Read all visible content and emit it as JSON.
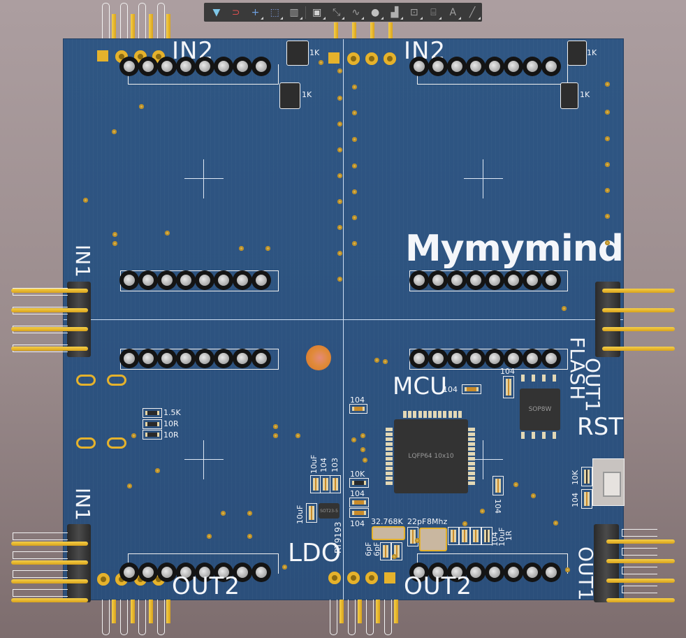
{
  "toolbar": {
    "tools": [
      {
        "name": "filter-icon",
        "glyph": "▼",
        "color": "#7fc7e8"
      },
      {
        "name": "magnet-snap-icon",
        "glyph": "⊃",
        "color": "#e05050"
      },
      {
        "name": "crosshair-icon",
        "glyph": "+",
        "color": "#6fa0e0"
      },
      {
        "name": "select-rect-icon",
        "glyph": "⬚",
        "color": "#7f9fe0"
      },
      {
        "name": "align-icon",
        "glyph": "▥",
        "color": "#b0b0b0"
      },
      {
        "name": "component-icon",
        "glyph": "▣",
        "color": "#d0d0d0"
      },
      {
        "name": "route-icon",
        "glyph": "⤡",
        "color": "#a0a0a0"
      },
      {
        "name": "diff-pair-icon",
        "glyph": "∿",
        "color": "#a0a0a0"
      },
      {
        "name": "via-icon",
        "glyph": "●",
        "color": "#c0c0c0"
      },
      {
        "name": "polygon-icon",
        "glyph": "▟",
        "color": "#b0b0b0"
      },
      {
        "name": "dimension-icon",
        "glyph": "⊡",
        "color": "#a0a0a0"
      },
      {
        "name": "room-icon",
        "glyph": "⌸",
        "color": "#a0a0a0"
      },
      {
        "name": "text-icon",
        "glyph": "A",
        "color": "#a0a0a0"
      },
      {
        "name": "line-icon",
        "glyph": "╱",
        "color": "#a0a0a0"
      }
    ]
  },
  "board": {
    "brand": "Mymymind",
    "labels": {
      "in2_left": "IN2",
      "in2_right": "IN2",
      "in1_mid": "IN1",
      "in1_bottom": "IN1",
      "out1_mid": "OUT1",
      "out1_bottom": "OUT1",
      "out2_left": "OUT2",
      "out2_right": "OUT2",
      "flash": "FLASH",
      "rst": "RST",
      "mcu": "MCU",
      "ldo": "LDO"
    },
    "components": {
      "rn1": "1K",
      "rn2": "1K",
      "rn3": "1K",
      "rn4": "1K",
      "r_1k5": "1.5K",
      "r_10r_a": "10R",
      "r_10r_b": "10R",
      "c_mcu": "104",
      "c_flash": "104",
      "c_104_a": "104",
      "c_10uf_a": "10uF",
      "c_104_ldo": "104",
      "r_103": "103",
      "c_10uf_b": "10uF",
      "ldo_part": "RT9193",
      "ldo_pkg": "SOT23-5",
      "r_10k": "10K",
      "c_104_b": "104",
      "c_104_c": "104",
      "xtal_32k": "32.768K",
      "c_22pf": "22pF",
      "xtal_8m": "8Mhz",
      "c_6pf_a": "6pF",
      "c_6pf_b": "6pF",
      "c_104_d": "104",
      "c_10uf_c": "10uF",
      "r_1r": "1R",
      "c_104_right": "104",
      "r_rst_10k": "10K",
      "c_rst_104": "104",
      "mcu_pkg": "LQFP64 10x10",
      "flash_pkg": "SOP8W"
    }
  }
}
